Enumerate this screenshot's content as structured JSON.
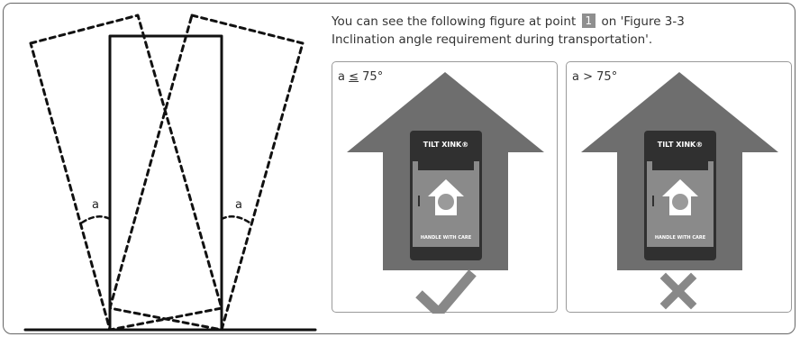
{
  "diagram": {
    "angle_label_left": "a",
    "angle_label_right": "a"
  },
  "caption": {
    "line1_before": "You can see the following figure at point ",
    "point_number": "1",
    "line1_after": " on 'Figure 3-3",
    "line2": "Inclination angle requirement during transportation'."
  },
  "panels": [
    {
      "label_prefix": "a ",
      "label_operator": "≤",
      "label_value": " 75°",
      "sticker_brand": "TILT XINK®",
      "sticker_bottom": "HANDLE WITH CARE",
      "result_icon": "check-icon"
    },
    {
      "label_prefix": "a ",
      "label_operator": ">",
      "label_value": " 75°",
      "sticker_brand": "TILT XINK®",
      "sticker_bottom": "HANDLE WITH CARE",
      "result_icon": "cross-icon"
    }
  ],
  "colors": {
    "arrow": "#6e6e6e",
    "sticker": "#333333",
    "dot": "#9a9a9a",
    "mark": "#888888"
  }
}
